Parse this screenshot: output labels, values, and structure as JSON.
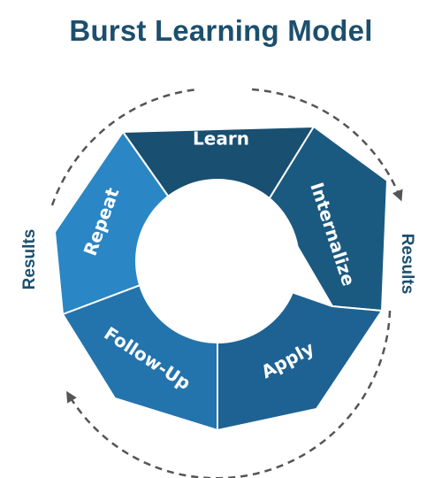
{
  "title": "Burst Learning Model",
  "segments": [
    {
      "label": "Learn",
      "color": "#194f70"
    },
    {
      "label": "Internalize",
      "color": "#1b5a80"
    },
    {
      "label": "Apply",
      "color": "#1d6292"
    },
    {
      "label": "Follow-Up",
      "color": "#2374ad"
    },
    {
      "label": "Repeat",
      "color": "#2a86c5"
    }
  ],
  "side_labels": {
    "left": "Results",
    "right": "Results"
  },
  "colors": {
    "title": "#1c4f6e",
    "arrow": "#555555",
    "segment_border": "#ffffff"
  }
}
